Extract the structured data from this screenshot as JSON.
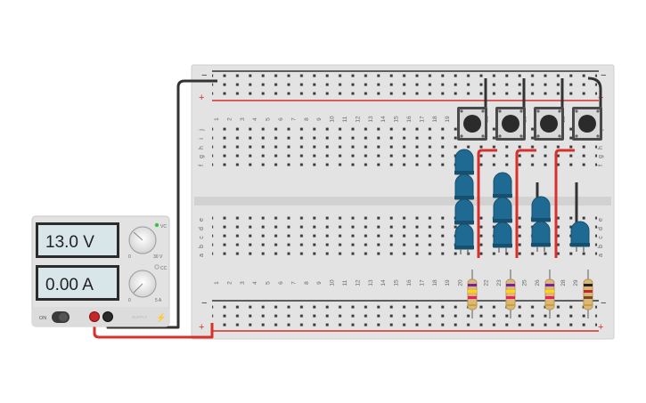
{
  "power_supply": {
    "voltage_display": "13.0 V",
    "current_display": "0.00 A",
    "on_label": "ON",
    "cv_label": "VC",
    "cc_label": "CC",
    "voltage_knob_min": "0",
    "voltage_knob_max": "30 V",
    "current_knob_min": "0",
    "current_knob_max": "5 A",
    "brand_label": "SUPPLY",
    "cv_led_color": "#3cc23c"
  },
  "breadboard": {
    "columns": [
      "1",
      "2",
      "3",
      "4",
      "5",
      "6",
      "7",
      "8",
      "9",
      "10",
      "11",
      "12",
      "13",
      "14",
      "15",
      "16",
      "17",
      "18",
      "19",
      "20",
      "21",
      "22",
      "23",
      "24",
      "25",
      "26",
      "27",
      "28",
      "29",
      "30"
    ],
    "top_rows": [
      "j",
      "i",
      "h",
      "g",
      "f"
    ],
    "bottom_rows": [
      "e",
      "d",
      "c",
      "b",
      "a"
    ],
    "rail_minus": "−",
    "rail_plus": "+"
  },
  "colors": {
    "wire_red": "#d9302c",
    "wire_black": "#333333",
    "led": "#1f6a92",
    "rail_red": "#d32f2f",
    "rail_black": "#333333",
    "board": "#e6e6e6"
  },
  "components": {
    "buttons": 4,
    "led_stacks": [
      4,
      3,
      2,
      1
    ],
    "resistors": 4
  }
}
